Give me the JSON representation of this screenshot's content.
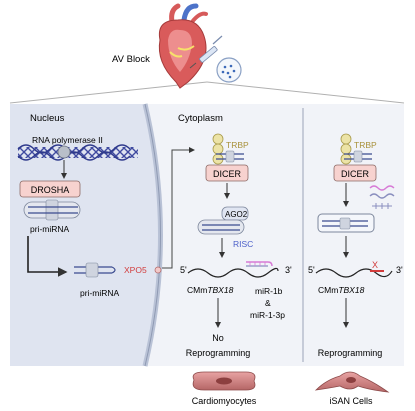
{
  "top": {
    "title": "AV Block"
  },
  "nucleus": {
    "title": "Nucleus",
    "polymerase": "RNA polymerase II",
    "drosha": "DROSHA",
    "pri_mirna_1": "pri-miRNA",
    "xpo5": "XPO5",
    "pri_mirna_2": "pri-miRNA"
  },
  "cytoplasm": {
    "title": "Cytoplasm",
    "trbp": "TRBP",
    "dicer": "DICER",
    "ago2": "AGO2",
    "risc": "RISC",
    "five_prime": "5'",
    "three_prime": "3'",
    "cmm": "CMm",
    "gene": "TBX18",
    "mir1": "miR-1b",
    "amp": "&",
    "mir2": "miR-1-3p",
    "outcome_1": "No",
    "outcome_2": "Reprogramming",
    "cell_label": "Cardiomyocytes"
  },
  "right": {
    "trbp": "TRBP",
    "dicer": "DICER",
    "five_prime": "5'",
    "three_prime": "3'",
    "x_mark": "X",
    "cmm": "CMm",
    "gene": "TBX18",
    "outcome": "Reprogramming",
    "cell_label": "iSAN Cells"
  },
  "colors": {
    "drosha_fill": "#f7d2cf",
    "dicer_fill": "#f7d2cf",
    "trbp_fill": "#ece3a6",
    "nucleus_bg": "#dfe4f0",
    "panel_bg": "#f1f3f8",
    "risc_text": "#4b5fc9",
    "xpo5_text": "#d23b3b",
    "mirna_pink": "#d77bd6"
  }
}
